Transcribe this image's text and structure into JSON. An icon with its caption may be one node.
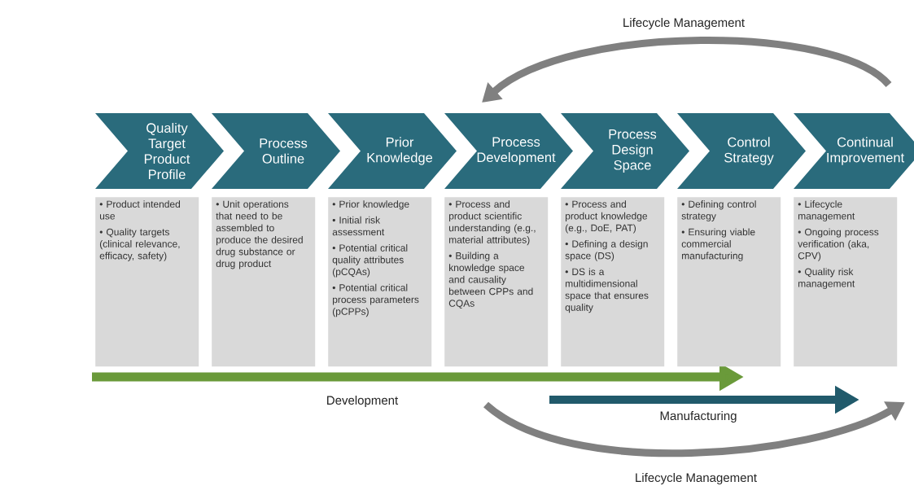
{
  "diagram": {
    "nodes": [
      {
        "text": [
          "Quality Target Product Profile"
        ]
      },
      {
        "text": [
          "Process Outline"
        ]
      },
      {
        "text": [
          "Prior Knowledge"
        ]
      },
      {
        "text": [
          "Process Development"
        ]
      },
      {
        "text": [
          "Process Design Space"
        ]
      },
      {
        "text": [
          "Control Strategy"
        ]
      },
      {
        "text": [
          "Continual Improvement"
        ]
      },
      {
        "text": [
          "• Product intended use",
          "• Quality targets (clinical relevance, efficacy, safety)"
        ]
      },
      {
        "text": [
          "• Unit operations that need to be assembled to produce the desired drug substance or drug product"
        ]
      },
      {
        "text": [
          "• Prior knowledge",
          "• Initial risk assessment",
          "• Potential critical quality attributes (pCQAs)",
          "• Potential critical process parameters (pCPPs)"
        ]
      },
      {
        "text": [
          "• Process and product scientific understanding (e.g., material attributes)",
          "• Building a knowledge space and causality between CPPs and CQAs"
        ]
      },
      {
        "text": [
          "• Process and product knowledge (e.g., DoE, PAT)",
          "• Defining a design space (DS)",
          "• DS is a multidimensional space that ensures quality"
        ]
      },
      {
        "text": [
          "• Defining control strategy",
          "• Ensuring viable commercial manufacturing"
        ]
      },
      {
        "text": [
          "• Lifecycle management",
          "• Ongoing process verification (aka, CPV)",
          "• Quality risk management"
        ]
      }
    ],
    "labels": [
      "Lifecycle Management",
      "Development",
      "Manufacturing",
      "Lifecycle Management"
    ]
  }
}
